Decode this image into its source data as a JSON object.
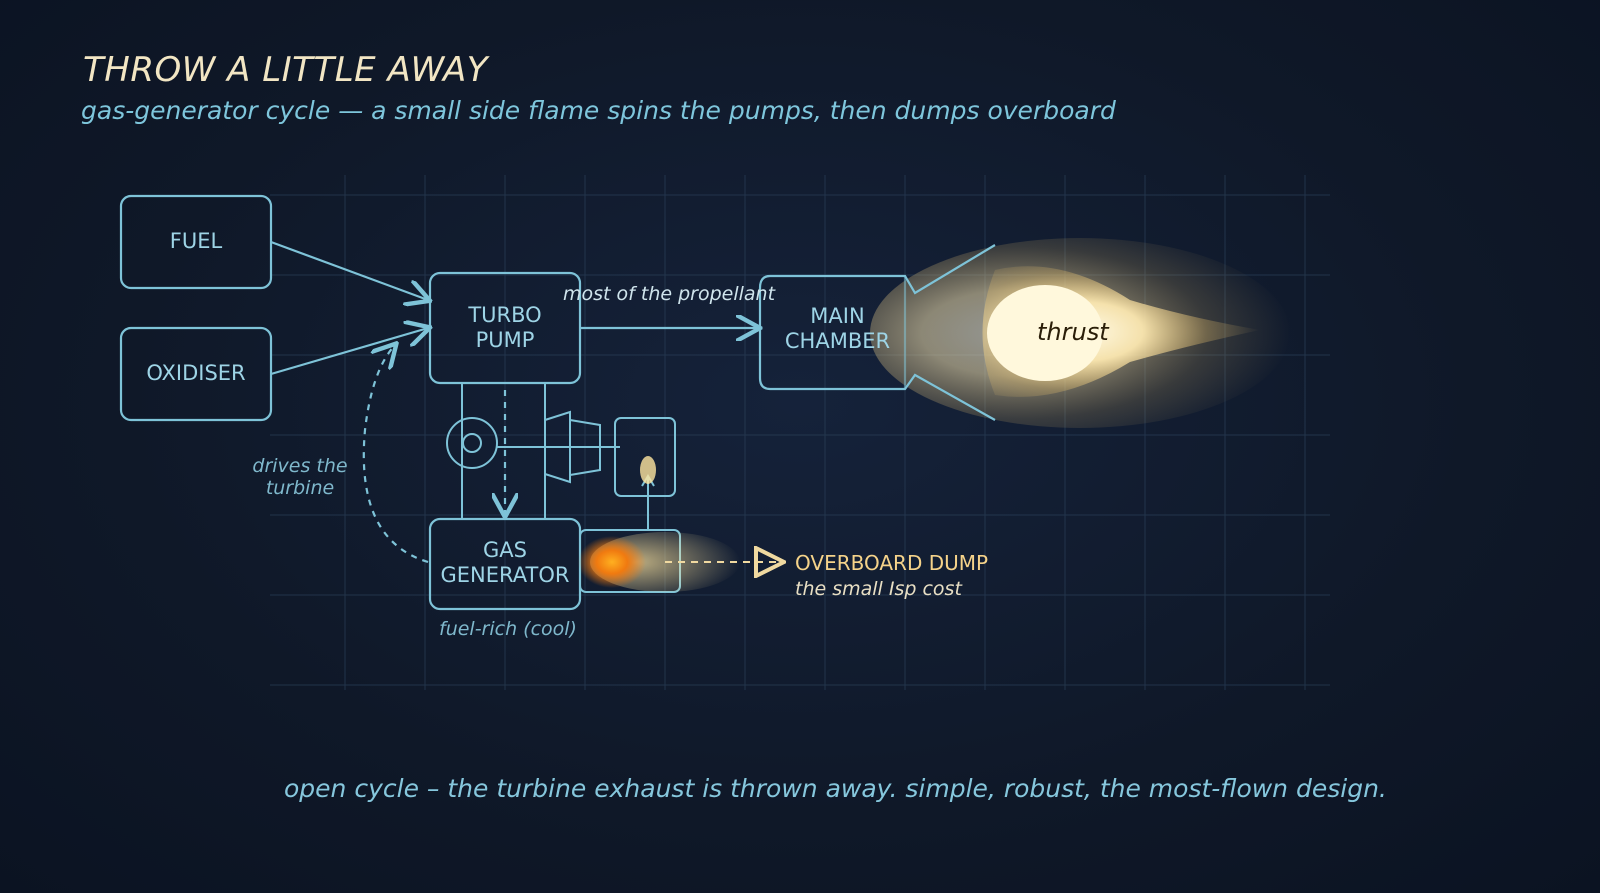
{
  "title": "THROW A LITTLE AWAY",
  "subtitle": "gas-generator cycle — a small side flame spins the pumps, then dumps overboard",
  "nodes": {
    "fuel": "FUEL",
    "oxidiser": "OXIDISER",
    "turbo_pump_line1": "TURBO",
    "turbo_pump_line2": "PUMP",
    "main_chamber_line1": "MAIN",
    "main_chamber_line2": "CHAMBER",
    "gas_generator_line1": "GAS",
    "gas_generator_line2": "GENERATOR"
  },
  "annotations": {
    "most_propellant": "most of the propellant",
    "drives_line1": "drives the",
    "drives_line2": "turbine",
    "fuel_rich": "fuel-rich (cool)",
    "thrust": "thrust",
    "overboard_dump": "OVERBOARD DUMP",
    "isp_cost": "the small Isp cost"
  },
  "caption": "open cycle – the turbine exhaust is thrown away. simple, robust, the most-flown design.",
  "colors": {
    "background": "#0f1828",
    "line": "#7ec3d8",
    "title": "#f2e6c4",
    "flame": "#f5a623",
    "thrust_glow": "#fff2c8"
  }
}
